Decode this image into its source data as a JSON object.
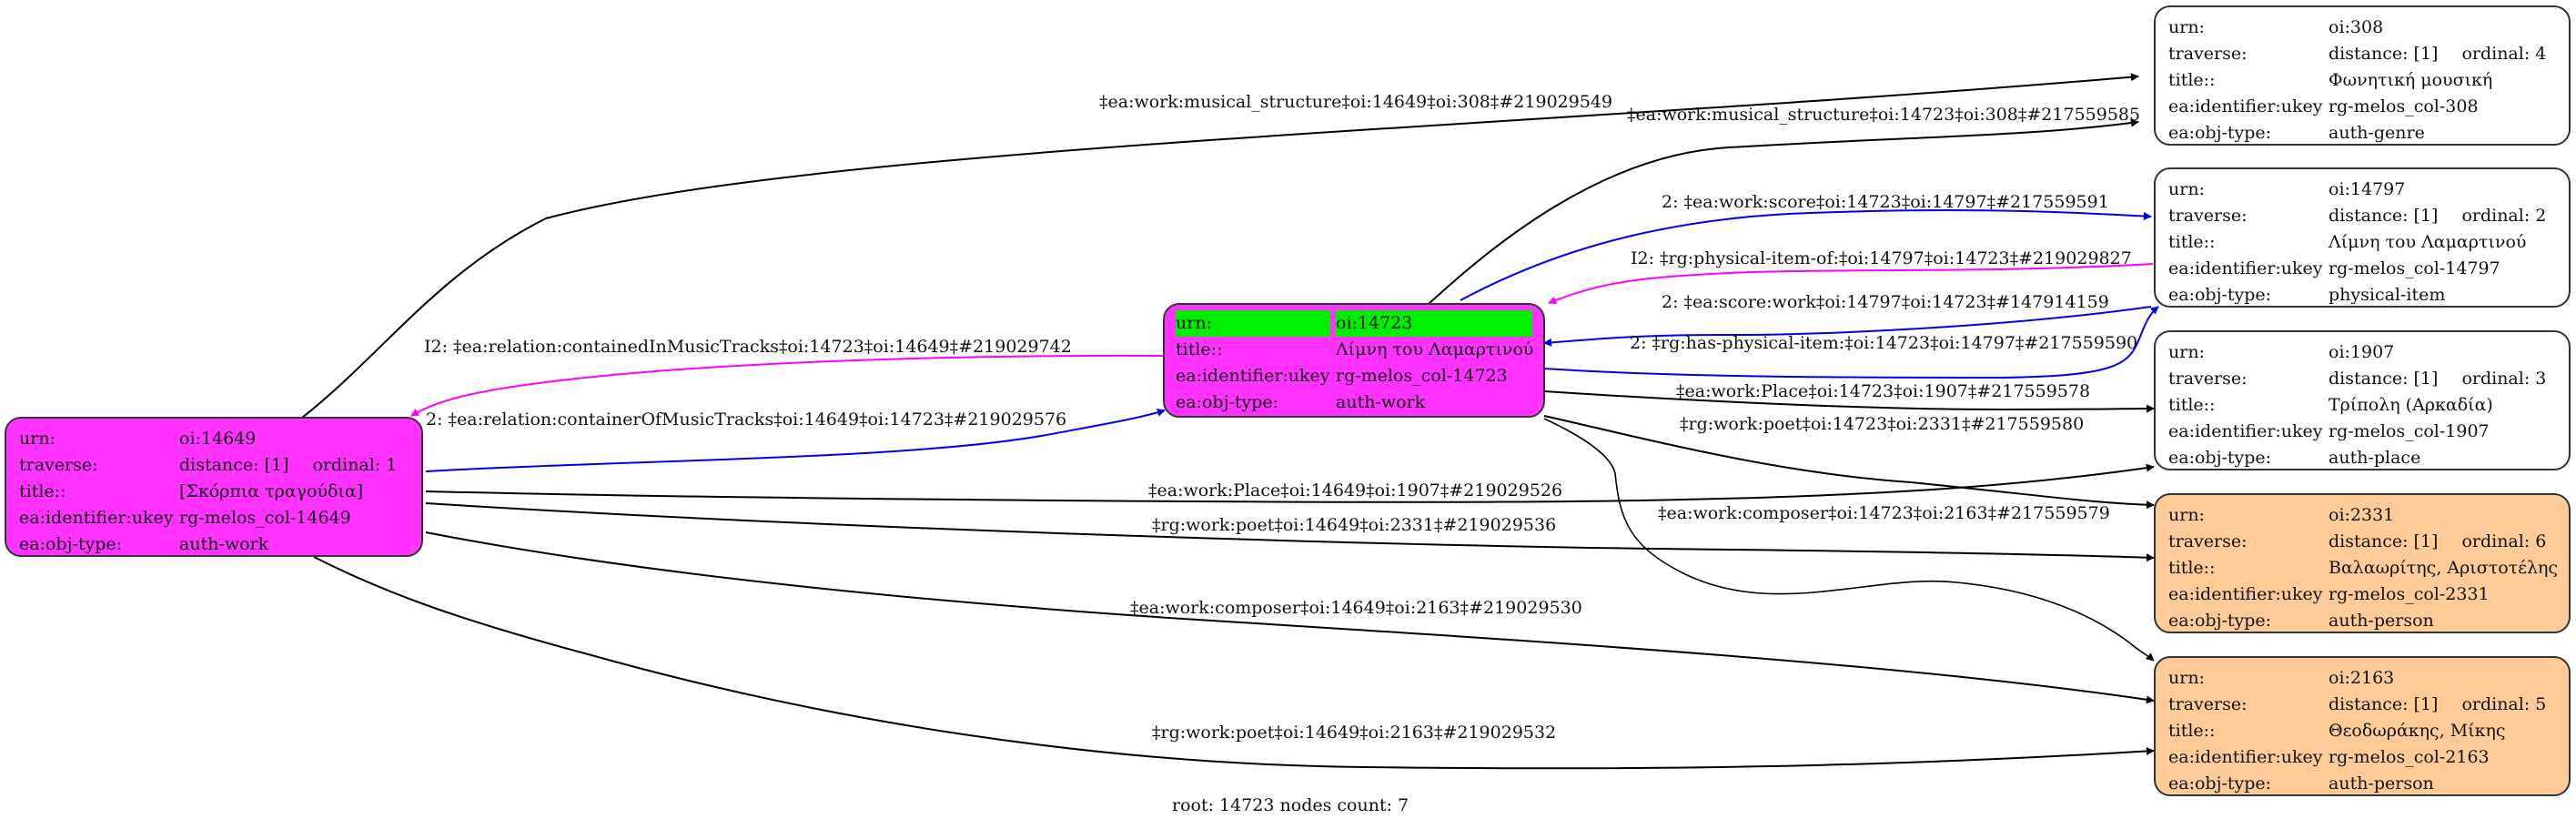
{
  "colors": {
    "root_fill": "#ff33ff",
    "work_fill": "#ff33ff",
    "person_fill": "#ffcc99",
    "default_fill": "#ffffff",
    "highlight": "#00ee00",
    "edge_default": "#000000",
    "edge_blue": "#0000ee",
    "edge_magenta": "#ff00ff"
  },
  "field_labels": {
    "urn": "urn:",
    "traverse": "traverse:",
    "title": "title::",
    "ukey": "ea:identifier:ukey",
    "objtype": "ea:obj-type:"
  },
  "nodes": {
    "n14723": {
      "urn": "oi:14723",
      "title": "Λίμνη του Λαμαρτινού",
      "ukey": "rg-melos_col-14723",
      "objtype": "auth-work"
    },
    "n14649": {
      "urn": "oi:14649",
      "distance": "distance: [1]",
      "ordinal": "ordinal: 1",
      "title": "[Σκόρπια τραγούδια]",
      "ukey": "rg-melos_col-14649",
      "objtype": "auth-work"
    },
    "n308": {
      "urn": "oi:308",
      "distance": "distance: [1]",
      "ordinal": "ordinal: 4",
      "title": "Φωνητική μουσική",
      "ukey": "rg-melos_col-308",
      "objtype": "auth-genre"
    },
    "n14797": {
      "urn": "oi:14797",
      "distance": "distance: [1]",
      "ordinal": "ordinal: 2",
      "title": "Λίμνη του Λαμαρτινού",
      "ukey": "rg-melos_col-14797",
      "objtype": "physical-item"
    },
    "n1907": {
      "urn": "oi:1907",
      "distance": "distance: [1]",
      "ordinal": "ordinal: 3",
      "title": "Τρίπολη (Αρκαδία)",
      "ukey": "rg-melos_col-1907",
      "objtype": "auth-place"
    },
    "n2331": {
      "urn": "oi:2331",
      "distance": "distance: [1]",
      "ordinal": "ordinal: 6",
      "title": "Βαλαωρίτης, Αριστοτέλης",
      "ukey": "rg-melos_col-2331",
      "objtype": "auth-person"
    },
    "n2163": {
      "urn": "oi:2163",
      "distance": "distance: [1]",
      "ordinal": "ordinal: 5",
      "title": "Θεοδωράκης, Μίκης",
      "ukey": "rg-melos_col-2163",
      "objtype": "auth-person"
    }
  },
  "edges": [
    {
      "id": "e1",
      "label": "‡ea:work:musical_structure‡oi:14649‡oi:308‡#219029549",
      "from": "oi:14649",
      "to": "oi:308",
      "color": "black"
    },
    {
      "id": "e2",
      "label": "‡ea:work:musical_structure‡oi:14723‡oi:308‡#217559585",
      "from": "oi:14723",
      "to": "oi:308",
      "color": "black"
    },
    {
      "id": "e3",
      "label": "2: ‡ea:work:score‡oi:14723‡oi:14797‡#217559591",
      "from": "oi:14723",
      "to": "oi:14797",
      "color": "blue"
    },
    {
      "id": "e4",
      "label": "I2: ‡rg:physical-item-of:‡oi:14797‡oi:14723‡#219029827",
      "from": "oi:14797",
      "to": "oi:14723",
      "color": "magenta"
    },
    {
      "id": "e5",
      "label": "2: ‡ea:score:work‡oi:14797‡oi:14723‡#147914159",
      "from": "oi:14797",
      "to": "oi:14723",
      "color": "blue"
    },
    {
      "id": "e6",
      "label": "2: ‡rg:has-physical-item:‡oi:14723‡oi:14797‡#217559590",
      "from": "oi:14723",
      "to": "oi:14797",
      "color": "blue"
    },
    {
      "id": "e7",
      "label": "I2: ‡ea:relation:containedInMusicTracks‡oi:14723‡oi:14649‡#219029742",
      "from": "oi:14723",
      "to": "oi:14649",
      "color": "magenta"
    },
    {
      "id": "e8",
      "label": "2: ‡ea:relation:containerOfMusicTracks‡oi:14649‡oi:14723‡#219029576",
      "from": "oi:14649",
      "to": "oi:14723",
      "color": "blue"
    },
    {
      "id": "e9",
      "label": "‡ea:work:Place‡oi:14723‡oi:1907‡#217559578",
      "from": "oi:14723",
      "to": "oi:1907",
      "color": "black"
    },
    {
      "id": "e10",
      "label": "‡rg:work:poet‡oi:14723‡oi:2331‡#217559580",
      "from": "oi:14723",
      "to": "oi:2331",
      "color": "black"
    },
    {
      "id": "e11",
      "label": "‡ea:work:composer‡oi:14723‡oi:2163‡#217559579",
      "from": "oi:14723",
      "to": "oi:2163",
      "color": "black"
    },
    {
      "id": "e12",
      "label": "‡ea:work:Place‡oi:14649‡oi:1907‡#219029526",
      "from": "oi:14649",
      "to": "oi:1907",
      "color": "black"
    },
    {
      "id": "e13",
      "label": "‡rg:work:poet‡oi:14649‡oi:2331‡#219029536",
      "from": "oi:14649",
      "to": "oi:2331",
      "color": "black"
    },
    {
      "id": "e14",
      "label": "‡ea:work:composer‡oi:14649‡oi:2163‡#219029530",
      "from": "oi:14649",
      "to": "oi:2163",
      "color": "black"
    },
    {
      "id": "e15",
      "label": "‡rg:work:poet‡oi:14649‡oi:2163‡#219029532",
      "from": "oi:14649",
      "to": "oi:2163",
      "color": "black"
    }
  ],
  "footer": "root: 14723 nodes count: 7"
}
